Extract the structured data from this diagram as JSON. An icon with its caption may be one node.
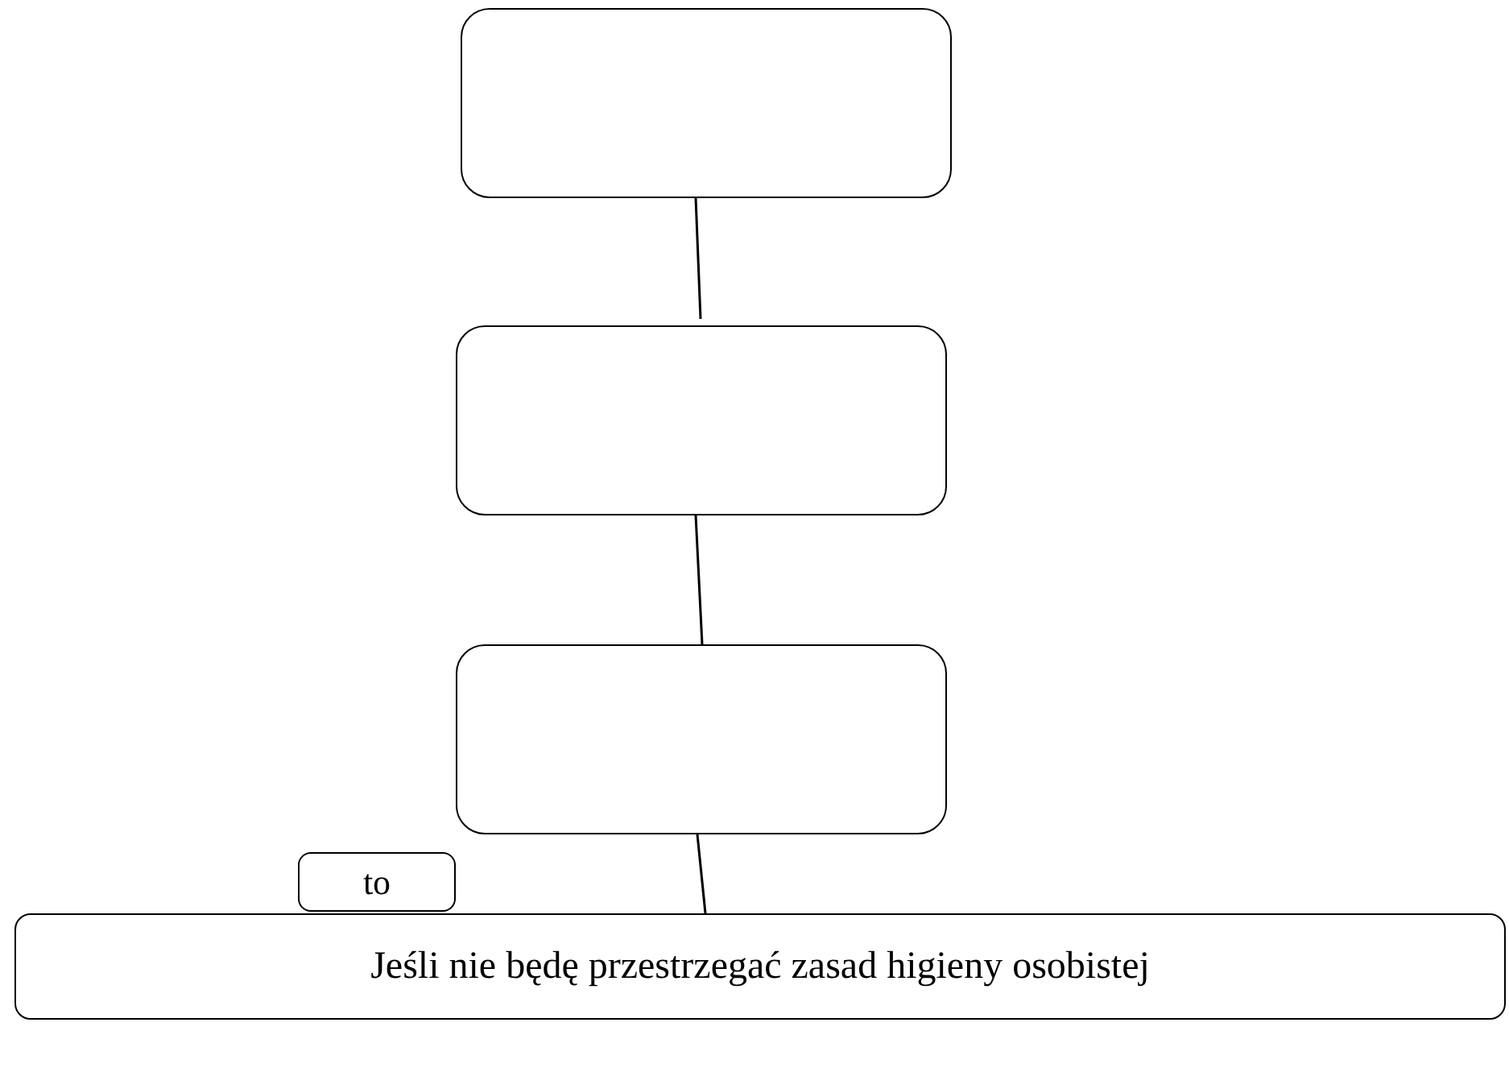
{
  "diagram": {
    "nodes": [
      {
        "text": [],
        "shape": "box"
      },
      {
        "text": [],
        "shape": "box"
      },
      {
        "text": [],
        "shape": "box"
      },
      {
        "text": [
          "to"
        ]
      },
      {
        "text": [
          "Jeśli nie będę przestrzegać zasad higieny osobistej"
        ]
      }
    ],
    "edges": [
      {
        "from": 0,
        "to": 1,
        "arrow": "none"
      },
      {
        "from": 1,
        "to": 2,
        "arrow": "none"
      },
      {
        "from": 2,
        "to": 4,
        "arrow": "none"
      }
    ]
  }
}
